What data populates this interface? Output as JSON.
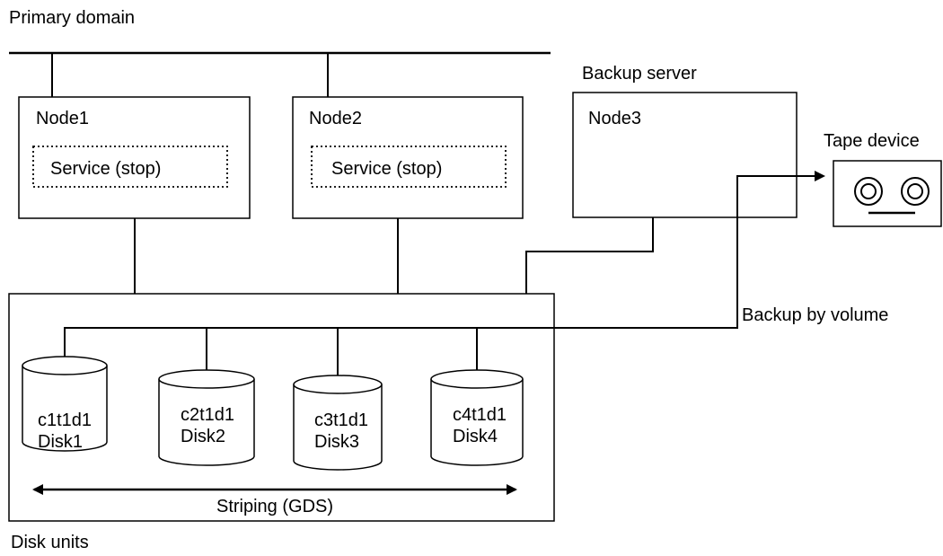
{
  "labels": {
    "primary_domain": "Primary domain",
    "backup_server": "Backup server",
    "tape_device": "Tape device",
    "backup_by_volume": "Backup by volume",
    "striping": "Striping (GDS)",
    "disk_units": "Disk units"
  },
  "nodes": [
    {
      "name": "Node1",
      "service": "Service (stop)"
    },
    {
      "name": "Node2",
      "service": "Service (stop)"
    },
    {
      "name": "Node3"
    }
  ],
  "disks": [
    {
      "id": "c1t1d1",
      "name": "Disk1"
    },
    {
      "id": "c2t1d1",
      "name": "Disk2"
    },
    {
      "id": "c3t1d1",
      "name": "Disk3"
    },
    {
      "id": "c4t1d1",
      "name": "Disk4"
    }
  ]
}
